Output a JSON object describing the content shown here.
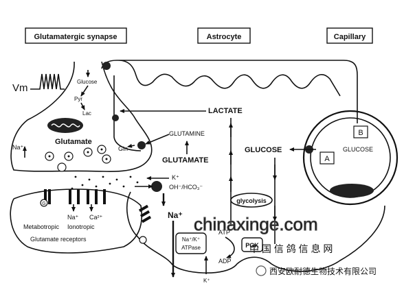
{
  "headers": {
    "synapse": "Glutamatergic synapse",
    "astrocyte": "Astrocyte",
    "capillary": "Capillary"
  },
  "labels": {
    "vm": "Vm",
    "glucose_small": "Glucose",
    "pyr": "Pyr",
    "lac": "Lac",
    "glutamate_neuron": "Glutamate",
    "na_left": "Na⁺",
    "gln": "Gln",
    "glutamine": "GLUTAMINE",
    "glutamate_astro": "GLUTAMATE",
    "lactate": "LACTATE",
    "glucose_astro": "GLUCOSE",
    "glucose_cap": "GLUCOSE",
    "box_a": "A",
    "box_b": "B",
    "k_plus": "K⁺",
    "oh_hco3": "OH⁻/HCO₃⁻",
    "na_astro": "Na⁺",
    "atpase_1": "Na⁺/K⁺",
    "atpase_2": "ATPase",
    "atp": "ATP",
    "adp": "ADP",
    "pgk": "PGK",
    "glycolysis": "glycolysis",
    "k_bottom": "K⁺",
    "na_rec": "Na⁺",
    "ca_rec": "Ca²⁺",
    "metabotropic": "Metabotropic",
    "ionotropic": "Ionotropic",
    "receptors": "Glutamate receptors",
    "g_protein": "G"
  },
  "watermark": {
    "site": "chinaxinge.com",
    "chinese": "中 国 信 鸽 信 息 网",
    "company": "西安欧耐德生物技术有限公司"
  }
}
